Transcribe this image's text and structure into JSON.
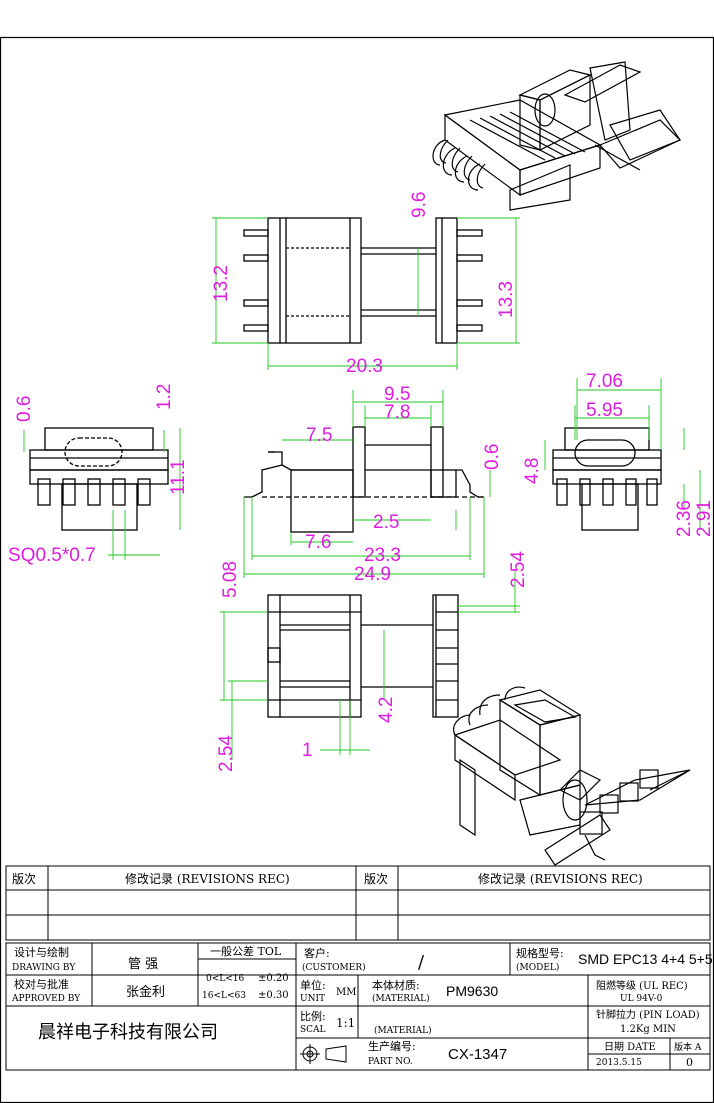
{
  "dimensions": {
    "top_height_left": "13.2",
    "top_height_right": "13.3",
    "top_width": "20.3",
    "top_gap": "9.6",
    "side_left_top": "0.6",
    "side_left_right": "1.2",
    "side_left_height": "11.1",
    "sq_label": "SQ0.5*0.7",
    "front_9_5": "9.5",
    "front_7_8": "7.8",
    "front_7_5": "7.5",
    "front_0_6": "0.6",
    "front_2_5": "2.5",
    "front_7_6": "7.6",
    "front_23_3": "23.3",
    "front_24_9": "24.9",
    "right_7_06": "7.06",
    "right_5_95": "5.95",
    "right_4_8": "4.8",
    "right_2_36": "2.36",
    "right_2_91": "2.91",
    "bottom_5_08": "5.08",
    "bottom_2_54_right": "2.54",
    "bottom_2_54_left": "2.54",
    "bottom_4_2": "4.2",
    "bottom_1": "1"
  },
  "revisions": {
    "header_left_no": "版次",
    "header_left_title": "修改记录 (REVISIONS REC)",
    "header_right_no": "版次",
    "header_right_title": "修改记录 (REVISIONS REC)"
  },
  "title_block": {
    "drawn_by_label_cn": "设计与绘制",
    "drawn_by_label_en": "DRAWING BY",
    "drawn_by_value": "管  强",
    "approved_label_cn": "校对与批准",
    "approved_label_en": "APPROVED BY",
    "approved_value": "张金利",
    "tol_title": "一般公差 TOL",
    "tol_row1_range": "0<L<16",
    "tol_row1_value": "±0.20",
    "tol_row2_range": "16<L<63",
    "tol_row2_value": "±0.30",
    "customer_label_cn": "客户:",
    "customer_label_en": "(CUSTOMER)",
    "customer_value": "/",
    "model_label_cn": "规格型号:",
    "model_label_en": "(MODEL)",
    "model_value": "SMD EPC13 4+4 5+5",
    "unit_label_cn": "单位:",
    "unit_label_en": "UNIT",
    "unit_value": "MM",
    "material_label_cn": "本体材质:",
    "material_label_en": "(MATERIAL)",
    "material_value": "PM9630",
    "flame_label_cn": "阻燃等级 (UL REC)",
    "flame_value": "UL 94V-0",
    "company": "晨祥电子科技有限公司",
    "scale_label_cn": "比例:",
    "scale_label_en": "SCAL",
    "scale_value": "1:1",
    "material2_label": "(MATERIAL)",
    "pin_load_label": "针脚拉力 (PIN LOAD)",
    "pin_load_value": "1.2Kg  MIN",
    "part_label_cn": "生产编号:",
    "part_label_en": "PART NO.",
    "part_value": "CX-1347",
    "date_label": "日期 DATE",
    "date_value": "2013.5.15",
    "rev_label": "版本 A",
    "rev_value": "0"
  },
  "colors": {
    "dimension": "#e01ce0",
    "line": "#000000"
  },
  "icons": {
    "projection_symbol": "first-angle-projection-icon"
  }
}
